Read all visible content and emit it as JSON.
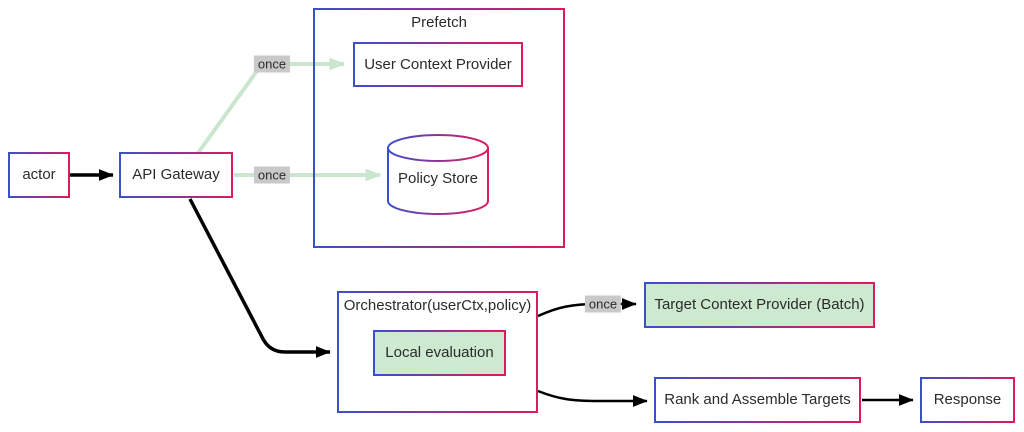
{
  "colors": {
    "border_blue": "#3a50c9",
    "border_red": "#e0195e",
    "arrow_green": "#cbe6ce",
    "green_fill": "#cde9d0",
    "label_bg": "#c9c9c9",
    "text": "#2b2b2b",
    "arrow_black": "#000000"
  },
  "nodes": {
    "actor": "actor",
    "api_gateway": "API Gateway",
    "prefetch_title": "Prefetch",
    "user_context_provider": "User Context Provider",
    "policy_store": "Policy Store",
    "orchestrator_title": "Orchestrator(userCtx,policy)",
    "local_evaluation": "Local evaluation",
    "target_context_provider": "Target Context Provider (Batch)",
    "rank_and_assemble": "Rank and Assemble Targets",
    "response": "Response"
  },
  "edge_labels": {
    "gateway_to_user_context": "once",
    "gateway_to_policy_store": "once",
    "orchestrator_to_target": "once"
  }
}
